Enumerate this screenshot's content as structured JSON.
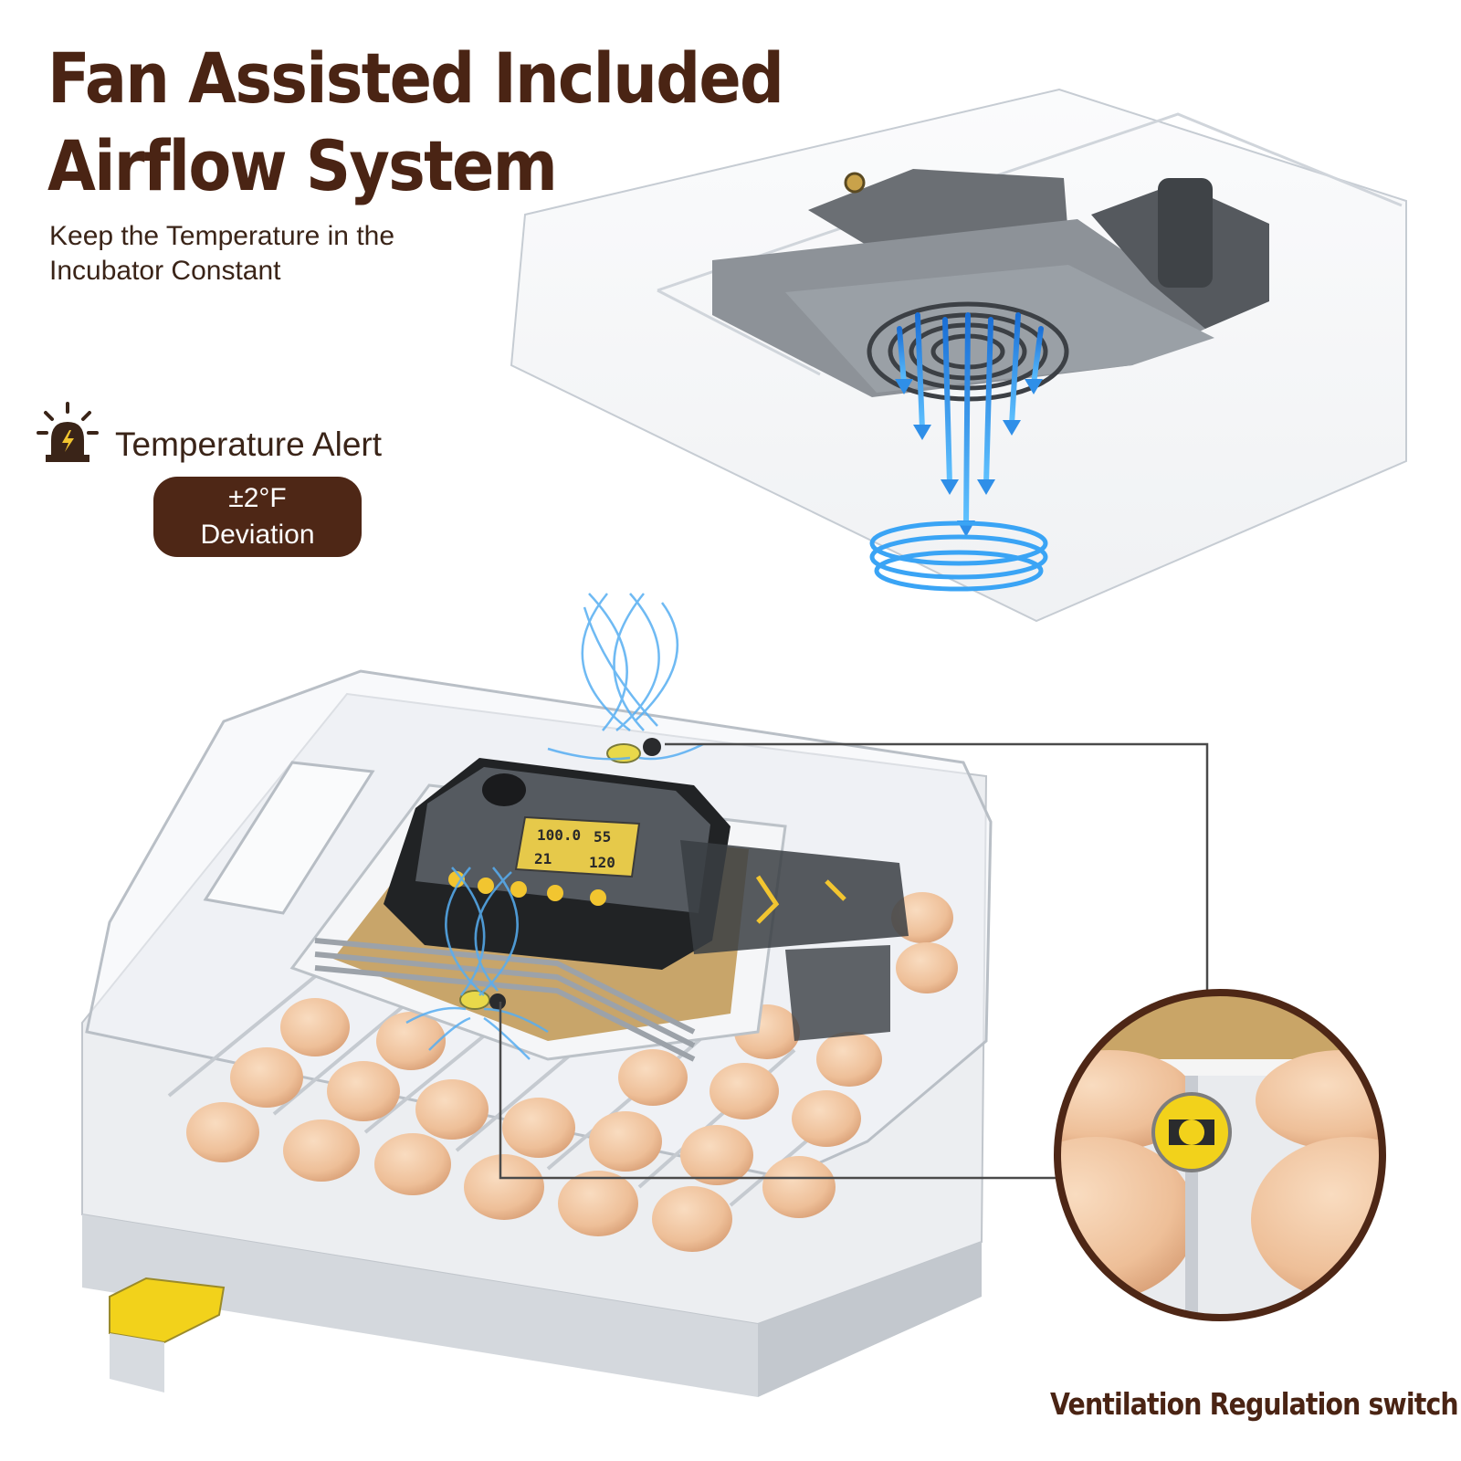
{
  "headline": {
    "line1": "Fan Assisted Included",
    "line2": "Airflow System"
  },
  "subtitle": {
    "line1": "Keep the Temperature in the",
    "line2": "Incubator Constant"
  },
  "alert": {
    "label": "Temperature Alert",
    "icon": "alarm-light-icon"
  },
  "badge": {
    "line1": "±2°F",
    "line2": "Deviation"
  },
  "display": {
    "temp": "100.0",
    "humidity": "55",
    "days": "21",
    "turn": "120"
  },
  "callout": {
    "caption": "Ventilation Regulation switch"
  },
  "colors": {
    "brown": "#4a2414",
    "badge_bg": "#4e2716",
    "airflow_blue": "#2f8fe8",
    "egg": "#f1c9a5",
    "switch_yellow": "#f2d21b"
  }
}
